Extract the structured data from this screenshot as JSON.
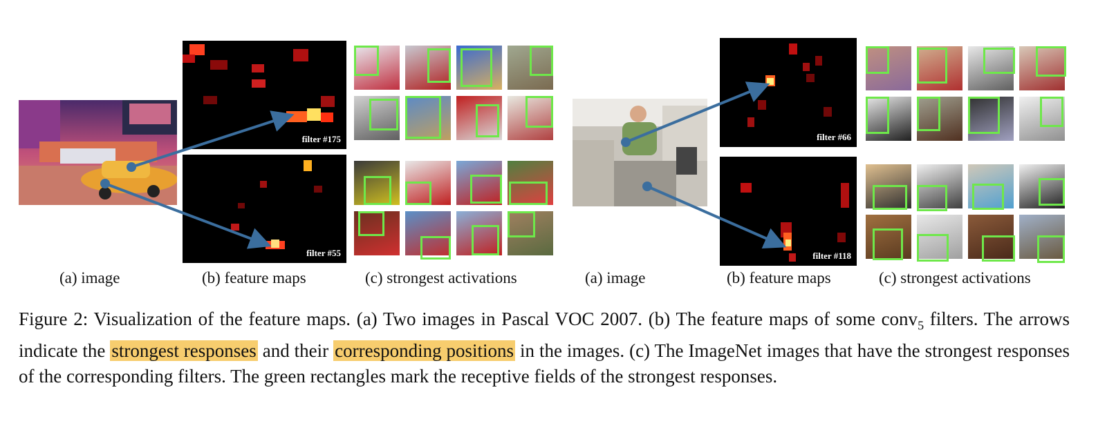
{
  "sublabels": {
    "image": "(a) image",
    "feature_maps": "(b) feature maps",
    "strongest": "(c) strongest activations"
  },
  "filters": {
    "f175": "filter #175",
    "f55": "filter #55",
    "f66": "filter #66",
    "f118": "filter #118"
  },
  "caption": {
    "part1": "Figure 2: Visualization of the feature maps. (a) Two images in Pascal VOC 2007. (b) The feature maps of some conv",
    "sub": "5",
    "part2": " filters. The arrows indicate the ",
    "hl1": "strongest responses",
    "part3": " and their ",
    "hl2": "corresponding positions",
    "part4": " in the images. (c) The ImageNet images that have the strongest responses of the corresponding filters. The green rectangles mark the receptive fields of the strongest responses."
  },
  "colors": {
    "arrow": "#3b6e9e",
    "highlight": "#f7cd6e",
    "box": "#6ee84a"
  }
}
